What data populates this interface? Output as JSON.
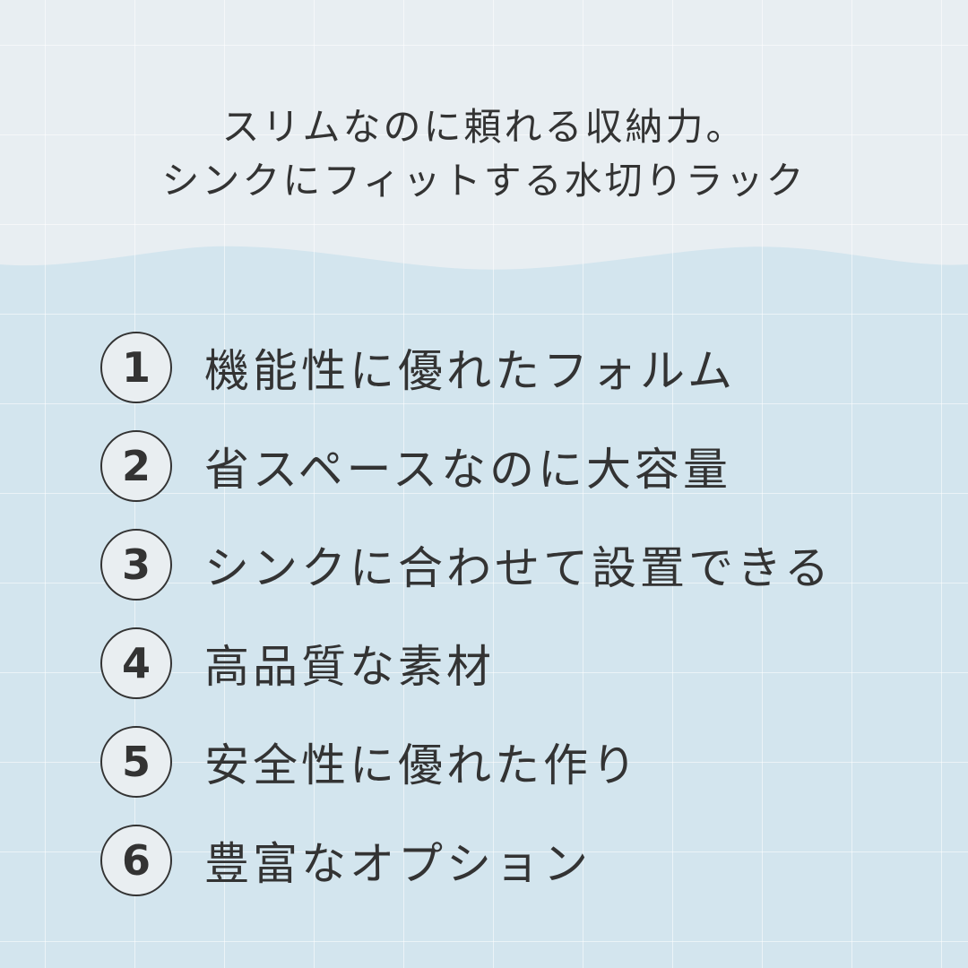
{
  "headline": {
    "line1": "スリムなのに頼れる収納力。",
    "line2": "シンクにフィットする水切りラック"
  },
  "features": [
    {
      "number": "1",
      "label": "機能性に優れたフォルム"
    },
    {
      "number": "2",
      "label": "省スペースなのに大容量"
    },
    {
      "number": "3",
      "label": "シンクに合わせて設置できる"
    },
    {
      "number": "4",
      "label": "高品質な素材"
    },
    {
      "number": "5",
      "label": "安全性に優れた作り"
    },
    {
      "number": "6",
      "label": "豊富なオプション"
    }
  ],
  "colors": {
    "top": "#e8eef2",
    "bottom": "#d3e5ee",
    "text": "#333333"
  }
}
